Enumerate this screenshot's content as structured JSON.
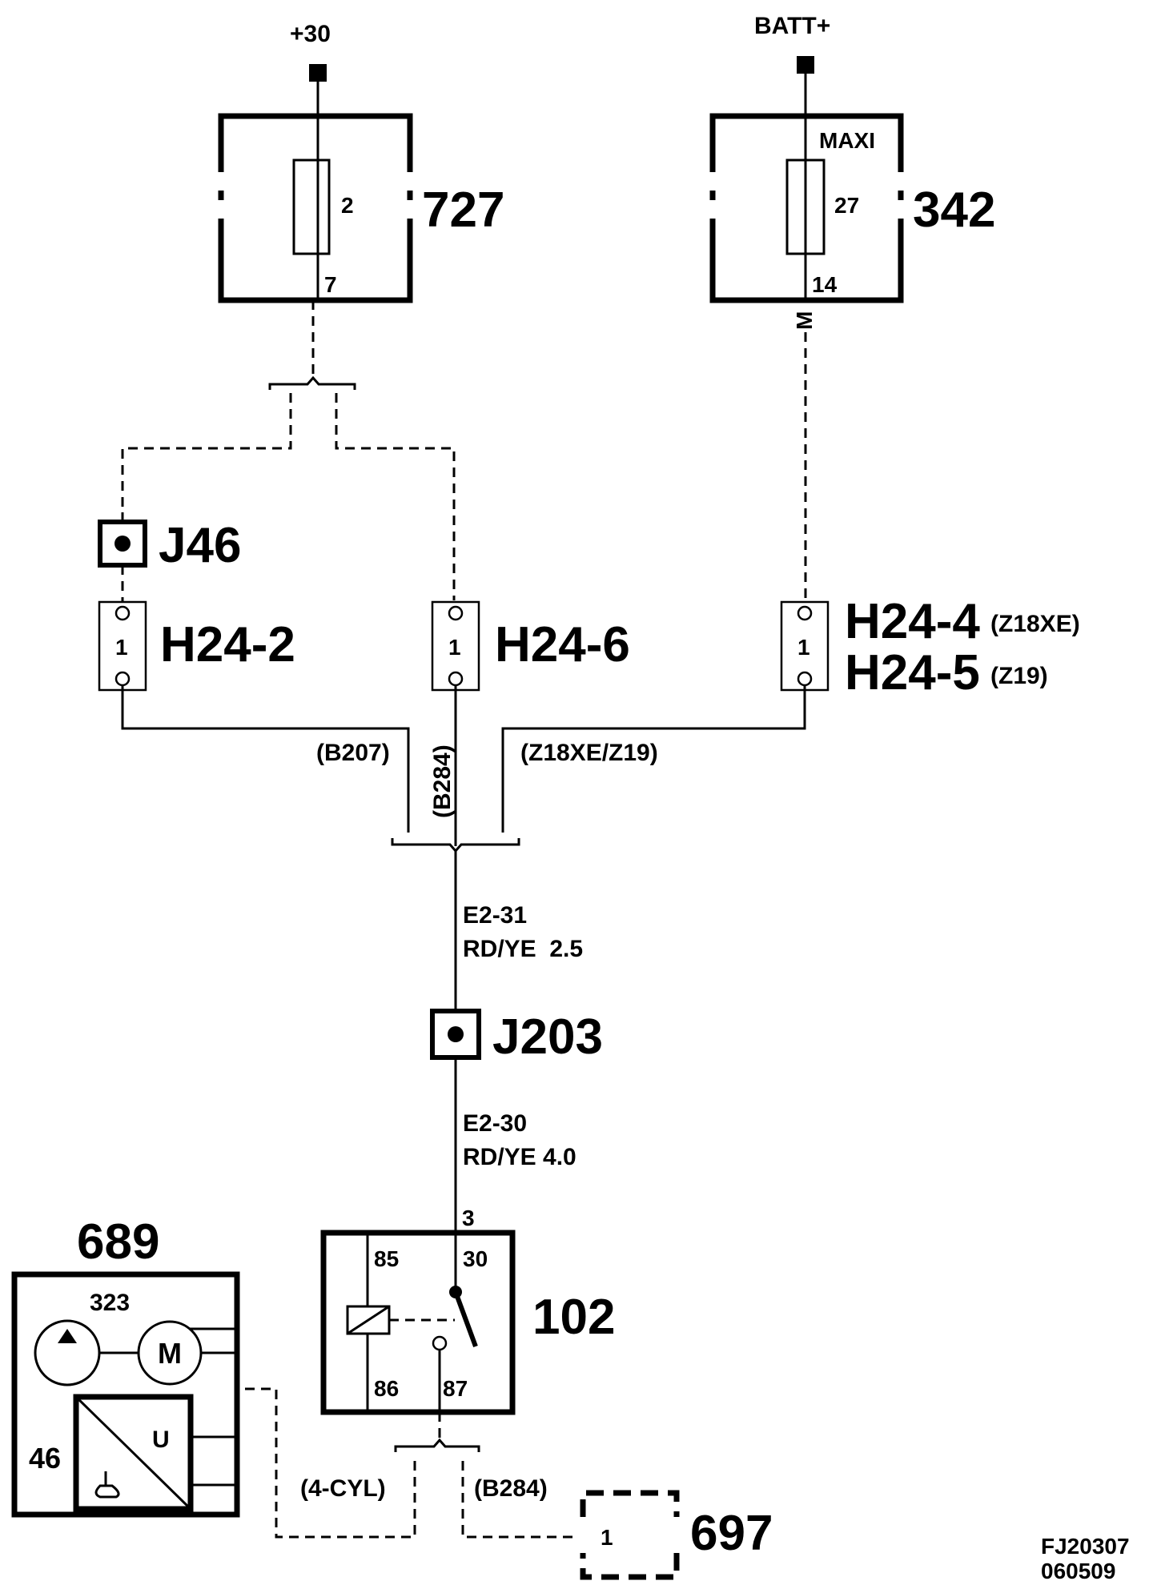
{
  "supply": {
    "left": "+30",
    "right": "BATT+"
  },
  "fuse_box_727": {
    "id": "727",
    "fuse": "2",
    "pin": "7"
  },
  "fuse_box_342": {
    "id": "342",
    "type": "MAXI",
    "fuse": "27",
    "pin": "14",
    "wire_mark": "M"
  },
  "connectors": {
    "j46": "J46",
    "h24_2": {
      "label": "H24-2",
      "pin": "1"
    },
    "h24_6": {
      "label": "H24-6",
      "pin": "1"
    },
    "h24_4": {
      "label": "H24-4",
      "variant": "(Z18XE)",
      "pin": "1"
    },
    "h24_5": {
      "label": "H24-5",
      "variant": "(Z19)"
    },
    "j203": "J203"
  },
  "variants": {
    "b207": "(B207)",
    "b284": "(B284)",
    "z18xe_z19": "(Z18XE/Z19)",
    "four_cyl": "(4-CYL)",
    "b284_bottom": "(B284)"
  },
  "wires": {
    "e2_31": {
      "code": "E2-31",
      "spec": "RD/YE  2.5"
    },
    "e2_30": {
      "code": "E2-30",
      "spec": "RD/YE 4.0"
    }
  },
  "relay_102": {
    "id": "102",
    "pin_top": "3",
    "p85": "85",
    "p30": "30",
    "p86": "86",
    "p87": "87"
  },
  "module_689": {
    "id": "689",
    "pump": "323",
    "motor": "M",
    "sender": "46",
    "u": "U"
  },
  "component_697": {
    "id": "697",
    "pin": "1"
  },
  "footer": {
    "code": "FJ20307",
    "date": "060509"
  }
}
